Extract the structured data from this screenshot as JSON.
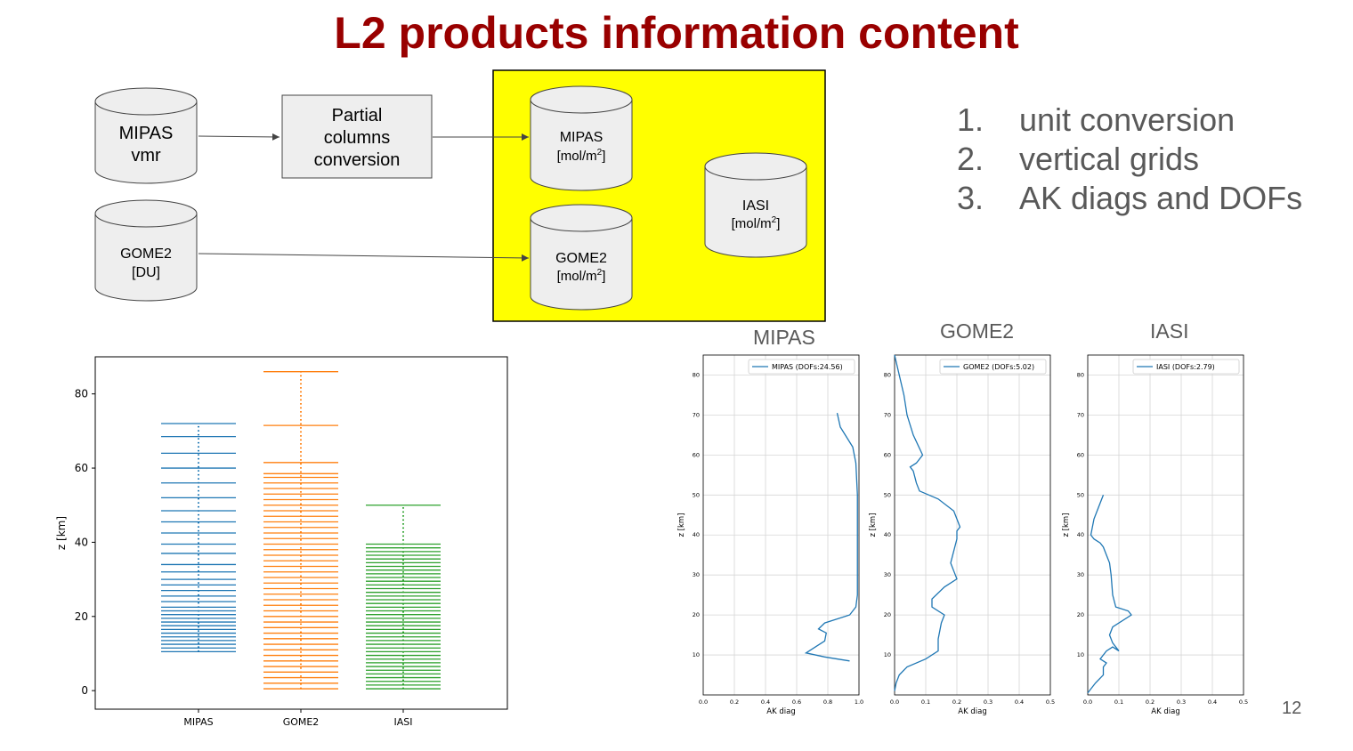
{
  "slide": {
    "title": "L2 products information content",
    "page_number": "12"
  },
  "diagram": {
    "mipas_in": [
      "MIPAS",
      "vmr"
    ],
    "gome2_in": [
      "GOME2",
      "[DU]"
    ],
    "converter": [
      "Partial",
      "columns",
      "conversion"
    ],
    "mipas_out": [
      "MIPAS",
      "[mol/m",
      "2",
      "]"
    ],
    "gome2_out": [
      "GOME2",
      "[mol/m",
      "2",
      "]"
    ],
    "iasi_out": [
      "IASI",
      "[mol/m",
      "2",
      "]"
    ],
    "box_color": "#ffff00"
  },
  "list": [
    {
      "num": "1.",
      "text": "unit conversion"
    },
    {
      "num": "2.",
      "text": "vertical grids"
    },
    {
      "num": "3.",
      "text": "AK diags and DOFs"
    }
  ],
  "panel_titles": [
    "MIPAS",
    "GOME2",
    "IASI"
  ],
  "chart_data": [
    {
      "type": "scatter",
      "ylabel": "z [km]",
      "xlabel": "",
      "categories": [
        "MIPAS",
        "GOME2",
        "IASI"
      ],
      "ylim": [
        -5,
        90
      ],
      "yticks": [
        0,
        20,
        40,
        60,
        80
      ],
      "colors": [
        "#1f77b4",
        "#ff7f0e",
        "#2ca02c"
      ],
      "series": [
        {
          "name": "MIPAS",
          "levels": [
            10.5,
            11.5,
            12.5,
            13.5,
            14.5,
            15.5,
            16.5,
            17.5,
            18.5,
            19.5,
            20.5,
            21.5,
            22.5,
            24,
            25.5,
            27,
            28.5,
            30,
            32,
            34,
            37,
            39.5,
            42.5,
            45.5,
            48.5,
            52,
            56,
            60,
            64,
            68.5,
            72
          ]
        },
        {
          "name": "GOME2",
          "levels": [
            0.5,
            2,
            3.5,
            5,
            6.5,
            8,
            9.5,
            11,
            12.5,
            14,
            15.5,
            17,
            18.5,
            20,
            21.5,
            23,
            24.5,
            26,
            27.5,
            29,
            30.5,
            32,
            33.5,
            35,
            36.5,
            38,
            39.5,
            41,
            42.5,
            44,
            45.5,
            47,
            48.5,
            50,
            51.5,
            53,
            54.5,
            56,
            57.5,
            58.5,
            61.5,
            71.5,
            86
          ]
        },
        {
          "name": "IASI",
          "levels": [
            0.5,
            1.5,
            2.5,
            3.5,
            4.5,
            5.5,
            6.5,
            7.5,
            8.5,
            9.5,
            10.5,
            11.5,
            12.5,
            13.5,
            14.5,
            15.5,
            16.5,
            17.5,
            18.5,
            19.5,
            20.5,
            21.5,
            22.5,
            23.5,
            24.5,
            25.5,
            26.5,
            27.5,
            28.5,
            29.5,
            30.5,
            31.5,
            32.5,
            33.5,
            34.5,
            35.5,
            36.5,
            37.5,
            38.5,
            39.5,
            50
          ]
        }
      ]
    },
    {
      "type": "line",
      "xlabel": "AK diag",
      "ylabel": "z [km]",
      "xlim": [
        0,
        1.0
      ],
      "ylim": [
        0,
        85
      ],
      "xticks": [
        "0.0",
        "0.2",
        "0.4",
        "0.6",
        "0.8",
        "1.0"
      ],
      "yticks": [
        10,
        20,
        30,
        40,
        50,
        60,
        70,
        80
      ],
      "grid": true,
      "legend_position": "top-right",
      "series": [
        {
          "name": "MIPAS (DOFs:24.56)",
          "x": [
            0.94,
            0.78,
            0.66,
            0.78,
            0.79,
            0.74,
            0.78,
            0.94,
            0.98,
            0.99,
            0.99,
            0.99,
            0.99,
            0.99,
            0.99,
            0.98,
            0.96,
            0.88,
            0.86
          ],
          "y": [
            8.5,
            9.5,
            10.5,
            13.5,
            15.5,
            16.5,
            18,
            20,
            22,
            25,
            30,
            35,
            40,
            45,
            50,
            58,
            62,
            67,
            70.5
          ]
        }
      ]
    },
    {
      "type": "line",
      "xlabel": "AK diag",
      "ylabel": "z [km]",
      "xlim": [
        0,
        0.5
      ],
      "ylim": [
        0,
        85
      ],
      "xticks": [
        "0.0",
        "0.1",
        "0.2",
        "0.3",
        "0.4",
        "0.5"
      ],
      "yticks": [
        10,
        20,
        30,
        40,
        50,
        60,
        70,
        80
      ],
      "grid": true,
      "legend_position": "top-right",
      "series": [
        {
          "name": "GOME2 (DOFs:5.02)",
          "x": [
            0.0,
            0.005,
            0.015,
            0.04,
            0.1,
            0.14,
            0.14,
            0.15,
            0.16,
            0.12,
            0.12,
            0.16,
            0.2,
            0.19,
            0.18,
            0.19,
            0.2,
            0.2,
            0.21,
            0.2,
            0.19,
            0.14,
            0.08,
            0.07,
            0.06,
            0.05,
            0.07,
            0.09,
            0.06,
            0.04,
            0.03,
            0.0
          ],
          "y": [
            1,
            3,
            5,
            7,
            9,
            11,
            14,
            18,
            20,
            22,
            24,
            27,
            29,
            31,
            33,
            36,
            39,
            41,
            42,
            44,
            46,
            49,
            51,
            53,
            56,
            57,
            58,
            60,
            65,
            70,
            75,
            85
          ]
        }
      ]
    },
    {
      "type": "line",
      "xlabel": "AK diag",
      "ylabel": "z [km]",
      "xlim": [
        0,
        0.5
      ],
      "ylim": [
        0,
        85
      ],
      "xticks": [
        "0.0",
        "0.1",
        "0.2",
        "0.3",
        "0.4",
        "0.5"
      ],
      "yticks": [
        10,
        20,
        30,
        40,
        50,
        60,
        70,
        80
      ],
      "grid": true,
      "legend_position": "top-right",
      "series": [
        {
          "name": "IASI (DOFs:2.79)",
          "x": [
            0.0,
            0.025,
            0.05,
            0.05,
            0.06,
            0.04,
            0.06,
            0.08,
            0.1,
            0.08,
            0.07,
            0.08,
            0.14,
            0.13,
            0.09,
            0.08,
            0.075,
            0.07,
            0.06,
            0.05,
            0.04,
            0.02,
            0.01,
            0.02,
            0.035,
            0.05
          ],
          "y": [
            0.5,
            3,
            5,
            7,
            8,
            9,
            11,
            12,
            11,
            13,
            15,
            17,
            20,
            21,
            22,
            25,
            30,
            33,
            35,
            37,
            38,
            39,
            40,
            44,
            47,
            50
          ]
        }
      ]
    }
  ]
}
